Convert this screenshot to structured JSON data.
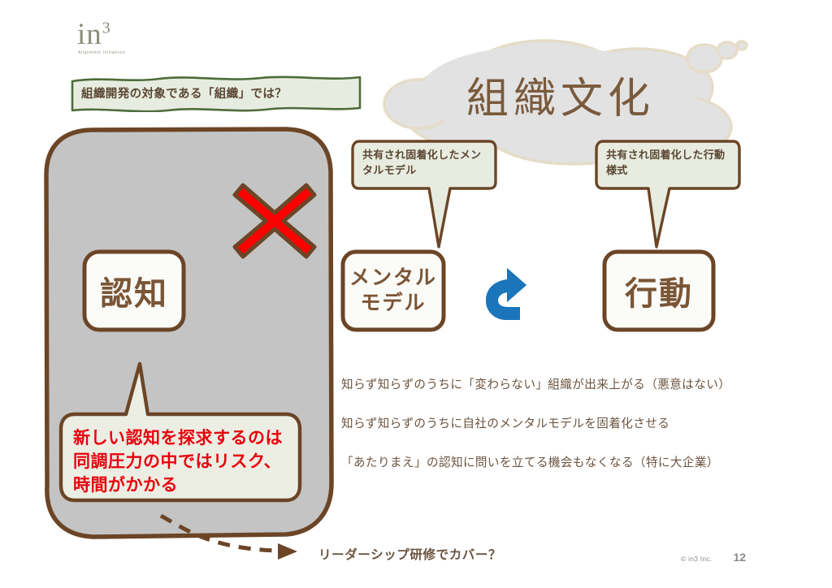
{
  "slide": {
    "logo": {
      "name": "in",
      "superscript": "3",
      "tagline": "Alignment Initiatives"
    },
    "banner": {
      "text": "組織開発の対象である「組織」では？"
    },
    "cloud": {
      "title": "組織文化"
    },
    "boxes": [
      {
        "id": "ninchi",
        "label": "認知"
      },
      {
        "id": "mental",
        "label_line1": "メンタル",
        "label_line2": "モデル"
      },
      {
        "id": "koudou",
        "label": "行動"
      }
    ],
    "bubbles": [
      {
        "id": "mental-bubble",
        "text": "共有され固着化したメンタルモデル"
      },
      {
        "id": "koudou-bubble",
        "text": "共有され固着化した行動様式"
      }
    ],
    "red_callout": {
      "text": "新しい認知を探求するのは同調圧力の中ではリスク、時間がかかる"
    },
    "x_mark": {
      "name": "red-x-cross"
    },
    "cycle_arrows": {
      "name": "two-way-cycle-arrows",
      "color": "#1a75bb"
    },
    "body_lines": [
      "知らず知らずのうちに「変わらない」組織が出来上がる（悪意はない）",
      "知らず知らずのうちに自社のメンタルモデルを固着化させる",
      "「あたりまえ」の認知に問いを立てる機会もなくなる（特に大企業）"
    ],
    "flow_label": "リーダーシップ研修でカバー？",
    "footer": {
      "copyright": "© in3 Inc.",
      "page": "12"
    },
    "colors": {
      "brown_outline": "#6b4526",
      "panel_fill": "#c4c4c4",
      "bubble_fill": "#e8ece0",
      "banner_fill": "#e7ece0",
      "banner_border": "#4e6b3a",
      "cloud_fill": "#e2e2e2",
      "cloud_border": "#e5dcc9",
      "text_brown": "#6b5440",
      "red": "#e8000d",
      "blue": "#1a75bb"
    }
  }
}
